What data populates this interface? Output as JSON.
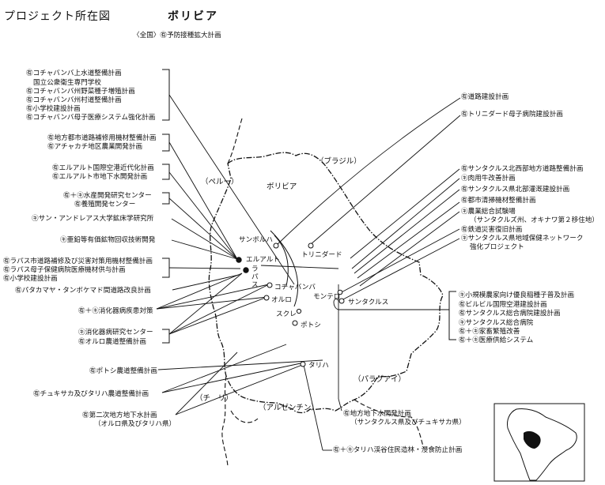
{
  "header": {
    "title": "プロジェクト所在図",
    "country": "ボリビア",
    "national_note": "〈全国〉㊒予防接種拡大計画"
  },
  "map": {
    "country_label": "ボリビア",
    "neighbors": {
      "brazil": "（ブラジル）",
      "peru": "（ペルー）",
      "chile": "（チ　リ）",
      "argentina": "（アルゼンチン）",
      "paraguay": "（パラグアイ）"
    },
    "cities": {
      "sanborja": "サンボルハ",
      "elalto": "エルアルト",
      "lapaz": "ラパス",
      "trinidad": "トリニダード",
      "cochabamba": "コチャバンバ",
      "montero": "モンテロ",
      "santacruz": "サンタクルス",
      "oruro": "オルロ",
      "sucre": "スクレ",
      "potosi": "ポトシ",
      "tarija": "タリハ"
    }
  },
  "projects_left": [
    {
      "id": "c1",
      "lines": [
        "㊒コチャバンバ上水道整備計画"
      ]
    },
    {
      "id": "c2",
      "lines": [
        "国立公衆衛生専門学校"
      ]
    },
    {
      "id": "c3",
      "lines": [
        "㊒コチャバンバ州野菜種子増殖計画"
      ]
    },
    {
      "id": "c4",
      "lines": [
        "㊒コチャバンバ州村道整備計画"
      ]
    },
    {
      "id": "c5",
      "lines": [
        "㊒小学校建設計画"
      ]
    },
    {
      "id": "c6",
      "lines": [
        "㊒コチャバンバ母子医療システム強化計画"
      ]
    },
    {
      "id": "a1",
      "lines": [
        "㊒地方都市道路補修用機材整備計画"
      ]
    },
    {
      "id": "a2",
      "lines": [
        "㊒アチャカチ地区農業開発計画"
      ]
    },
    {
      "id": "e1",
      "lines": [
        "㊒エルアルト国際空港近代化計画"
      ]
    },
    {
      "id": "e2",
      "lines": [
        "㊒エルアルト市地下水開発計画"
      ]
    },
    {
      "id": "w1",
      "lines": [
        "㊒＋㋖水産開発研究センター"
      ]
    },
    {
      "id": "w2",
      "lines": [
        "㊒養殖開発センター"
      ]
    },
    {
      "id": "s1",
      "lines": [
        "㋖サン・アンドレアス大学鉱床学研究所"
      ]
    },
    {
      "id": "s2",
      "lines": [
        "㋖亜鉛等有価鉱物回収技術開発"
      ]
    },
    {
      "id": "l1",
      "lines": [
        "㊒ラパス市道路補修及び災害対策用機材整備計画"
      ]
    },
    {
      "id": "l2",
      "lines": [
        "㊒ラパス母子保健病院医療機材供与計画"
      ]
    },
    {
      "id": "l3",
      "lines": [
        "㊒小学校建設計画"
      ]
    },
    {
      "id": "p1",
      "lines": [
        "㊒パタカマヤ・タンボケマド間道路改良計画"
      ]
    },
    {
      "id": "d1",
      "lines": [
        "㊒＋㋖消化器病疾患対策"
      ]
    },
    {
      "id": "d2",
      "lines": [
        "㋖消化器病研究センター"
      ]
    },
    {
      "id": "d3",
      "lines": [
        "㊒オルロ農道整備計画"
      ]
    },
    {
      "id": "pt",
      "lines": [
        "㊒ポトシ農道整備計画"
      ]
    },
    {
      "id": "ct",
      "lines": [
        "㊒チュキサカ及びタリハ農道整備計画"
      ]
    },
    {
      "id": "ug",
      "lines": [
        "㊒第二次地方地下水計画",
        "（オルロ県及びタリハ県）"
      ]
    }
  ],
  "projects_right": [
    {
      "id": "r1",
      "lines": [
        "㊒道路建設計画"
      ]
    },
    {
      "id": "r2",
      "lines": [
        "㊒トリニダード母子病院建設計画"
      ]
    },
    {
      "id": "n1",
      "lines": [
        "㊒サンタクルス北西部地方道路整備計画"
      ]
    },
    {
      "id": "n2",
      "lines": [
        "㋖肉用牛改善計画"
      ]
    },
    {
      "id": "n3",
      "lines": [
        "㊒サンタクルス県北部灌漑建設計画"
      ]
    },
    {
      "id": "n4",
      "lines": [
        "㊒都市清掃機材整備計画"
      ]
    },
    {
      "id": "n5",
      "lines": [
        "㋖農業総合試験場",
        "（サンタクルズ州、オキナワ第２移住地）"
      ]
    },
    {
      "id": "n6",
      "lines": [
        "㊒鉄道災害復旧計画"
      ]
    },
    {
      "id": "n7",
      "lines": [
        "㋖サンタクルス県地域保健ネットワーク",
        "強化プロジェクト"
      ]
    },
    {
      "id": "m1",
      "lines": [
        "㋖小規模農家向け優良稲種子普及計画"
      ]
    },
    {
      "id": "m2",
      "lines": [
        "㊒ビルビル国際空港建設計画"
      ]
    },
    {
      "id": "m3",
      "lines": [
        "㊒サンタクルス総合病院建設計画"
      ]
    },
    {
      "id": "m4",
      "lines": [
        "㋖サンタクルス総合病院"
      ]
    },
    {
      "id": "m5",
      "lines": [
        "㊒＋㋖家畜繁殖改善"
      ]
    },
    {
      "id": "m6",
      "lines": [
        "㊒＋㋖医療供給システム"
      ]
    },
    {
      "id": "u1",
      "lines": [
        "㊒地方地下水開発計画",
        "（サンタクルス県及びチュキサカ県）"
      ]
    },
    {
      "id": "u2",
      "lines": [
        "㊒＋㋖タリハ渓谷住民造林・浸食防止計画"
      ]
    }
  ]
}
